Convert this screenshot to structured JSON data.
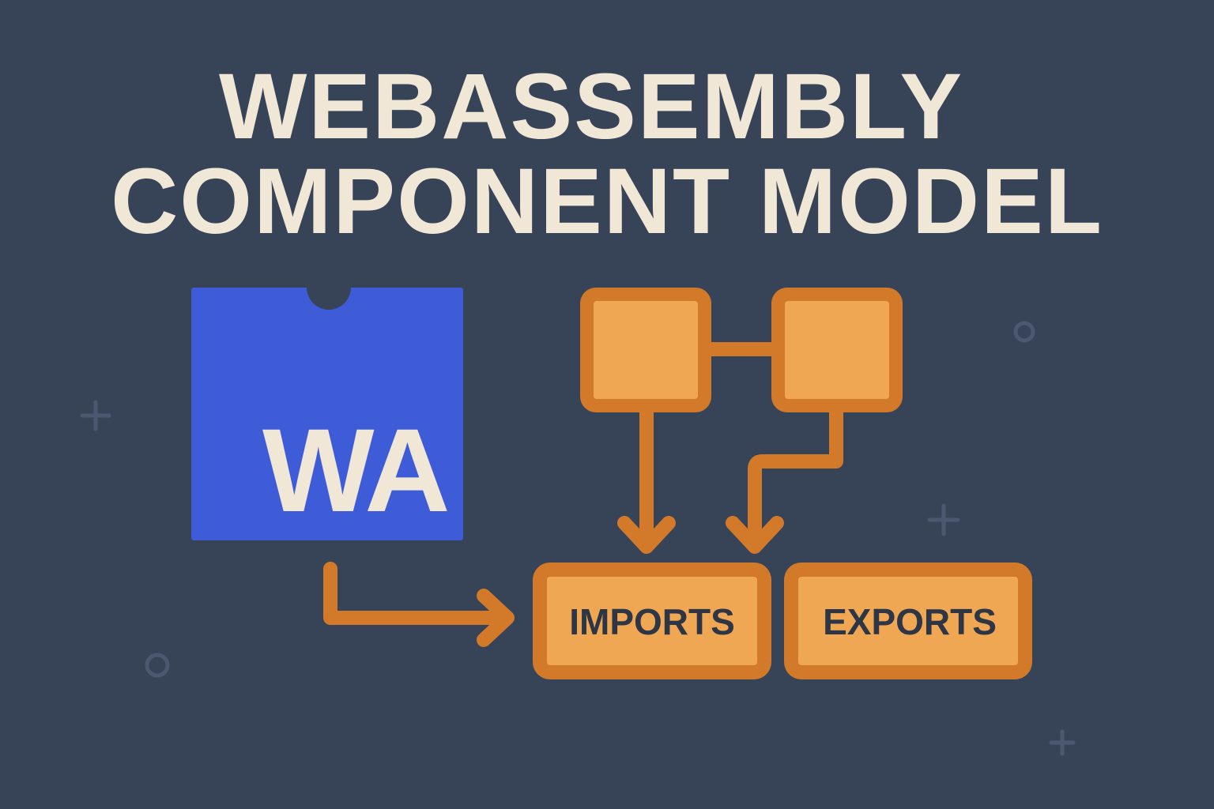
{
  "title": {
    "line1": "WEBASSEMBLY",
    "line2": "COMPONENT MODEL"
  },
  "logo": {
    "text": "WA",
    "color": "#3f5cd8"
  },
  "nodes": {
    "imports": "IMPORTS",
    "exports": "EXPORTS"
  },
  "colors": {
    "background": "#374357",
    "title": "#f1e7d6",
    "box_fill": "#f0a753",
    "box_stroke": "#d27a2a",
    "label": "#2e3646"
  },
  "icons": [
    "plus-icon",
    "circle-icon"
  ]
}
